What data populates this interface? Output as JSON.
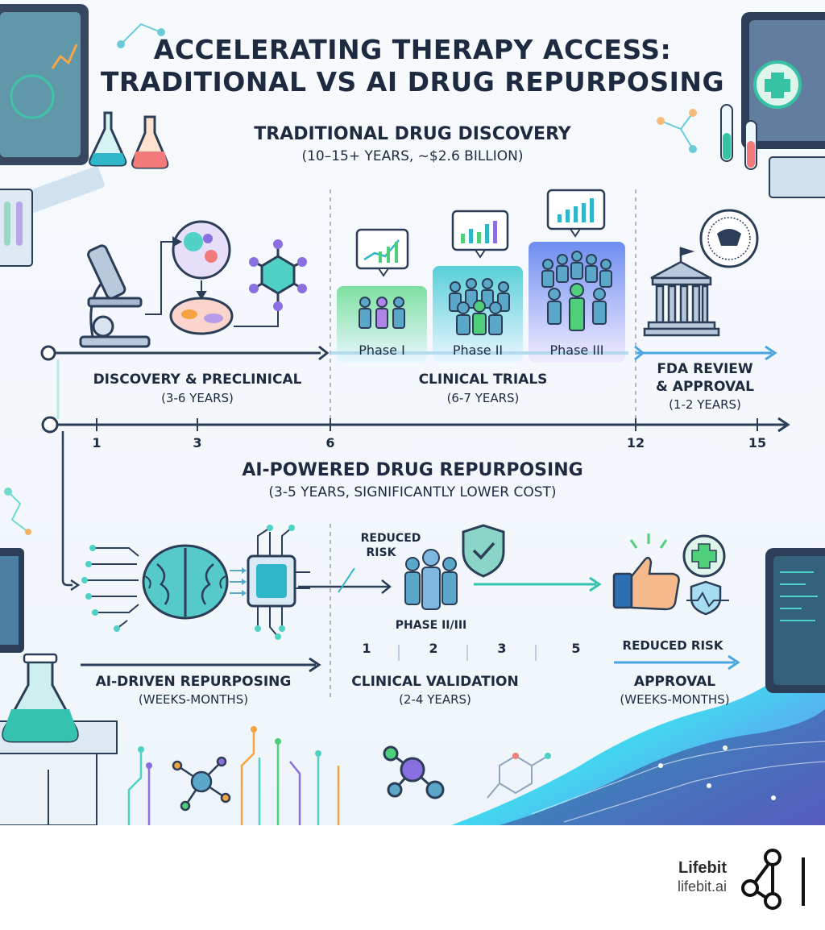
{
  "header": {
    "title_line1": "ACCELERATING THERAPY ACCESS:",
    "title_line2": "TRADITIONAL VS AI DRUG REPURPOSING"
  },
  "traditional": {
    "heading": "TRADITIONAL DRUG DISCOVERY",
    "subheading": "(10–15+ YEARS, ~$2.6 BILLION)",
    "stages": [
      {
        "label": "DISCOVERY & PRECLINICAL",
        "duration": "(3-6 YEARS)"
      },
      {
        "label": "CLINICAL TRIALS",
        "duration": "(6-7 YEARS)"
      },
      {
        "label_line1": "FDA REVIEW",
        "label_line2": "& APPROVAL",
        "duration": "(1-2 YEARS)"
      }
    ],
    "phases": [
      "Phase I",
      "Phase II",
      "Phase III"
    ],
    "timeline_ticks": [
      "1",
      "3",
      "6",
      "12",
      "15"
    ]
  },
  "ai": {
    "heading": "AI-POWERED DRUG REPURPOSING",
    "subheading": "(3-5 YEARS, SIGNIFICANTLY LOWER COST)",
    "reduced_risk_1_line1": "REDUCED",
    "reduced_risk_1_line2": "RISK",
    "phase_label": "PHASE II/III",
    "timeline_ticks": [
      "1",
      "2",
      "3",
      "5"
    ],
    "reduced_risk_2": "REDUCED RISK",
    "stages": [
      {
        "label": "AI-DRIVEN REPURPOSING",
        "duration": "(WEEKS-MONTHS)"
      },
      {
        "label": "CLINICAL VALIDATION",
        "duration": "(2-4 YEARS)"
      },
      {
        "label": "APPROVAL",
        "duration": "(WEEKS-MONTHS)"
      }
    ]
  },
  "footer": {
    "brand_name": "Lifebit",
    "brand_url": "lifebit.ai"
  },
  "colors": {
    "navy": "#1d2a40",
    "teal": "#2fb7c9",
    "green": "#4fcf7a",
    "purple": "#8a6fe0",
    "orange": "#f4a340"
  }
}
